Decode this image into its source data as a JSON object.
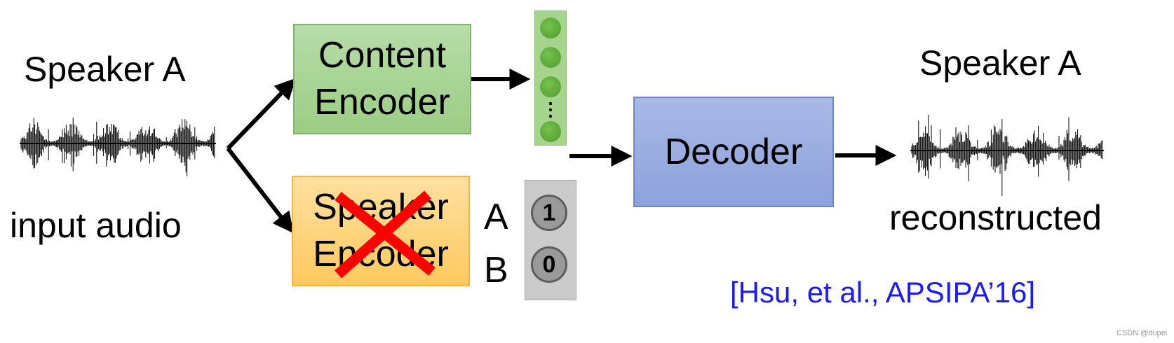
{
  "input": {
    "speaker_label": "Speaker A",
    "caption": "input audio"
  },
  "output": {
    "speaker_label": "Speaker A",
    "caption": "reconstructed"
  },
  "content_encoder": {
    "line1": "Content",
    "line2": "Encoder"
  },
  "speaker_encoder": {
    "line1": "Speaker",
    "line2": "Encoder",
    "crossed_out": true
  },
  "decoder": {
    "label": "Decoder"
  },
  "content_vector": {
    "ellipsis": "⋮"
  },
  "speaker_vector": {
    "rows": [
      {
        "speaker": "A",
        "value": "1"
      },
      {
        "speaker": "B",
        "value": "0"
      }
    ]
  },
  "citation": "[Hsu, et al., APSIPA’16]",
  "watermark": "CSDN @dupei",
  "colors": {
    "content_encoder": "#a8d596",
    "speaker_encoder": "#ffd27a",
    "decoder": "#98abdf",
    "cross": "#ff0000",
    "citation": "#1a1aff"
  }
}
